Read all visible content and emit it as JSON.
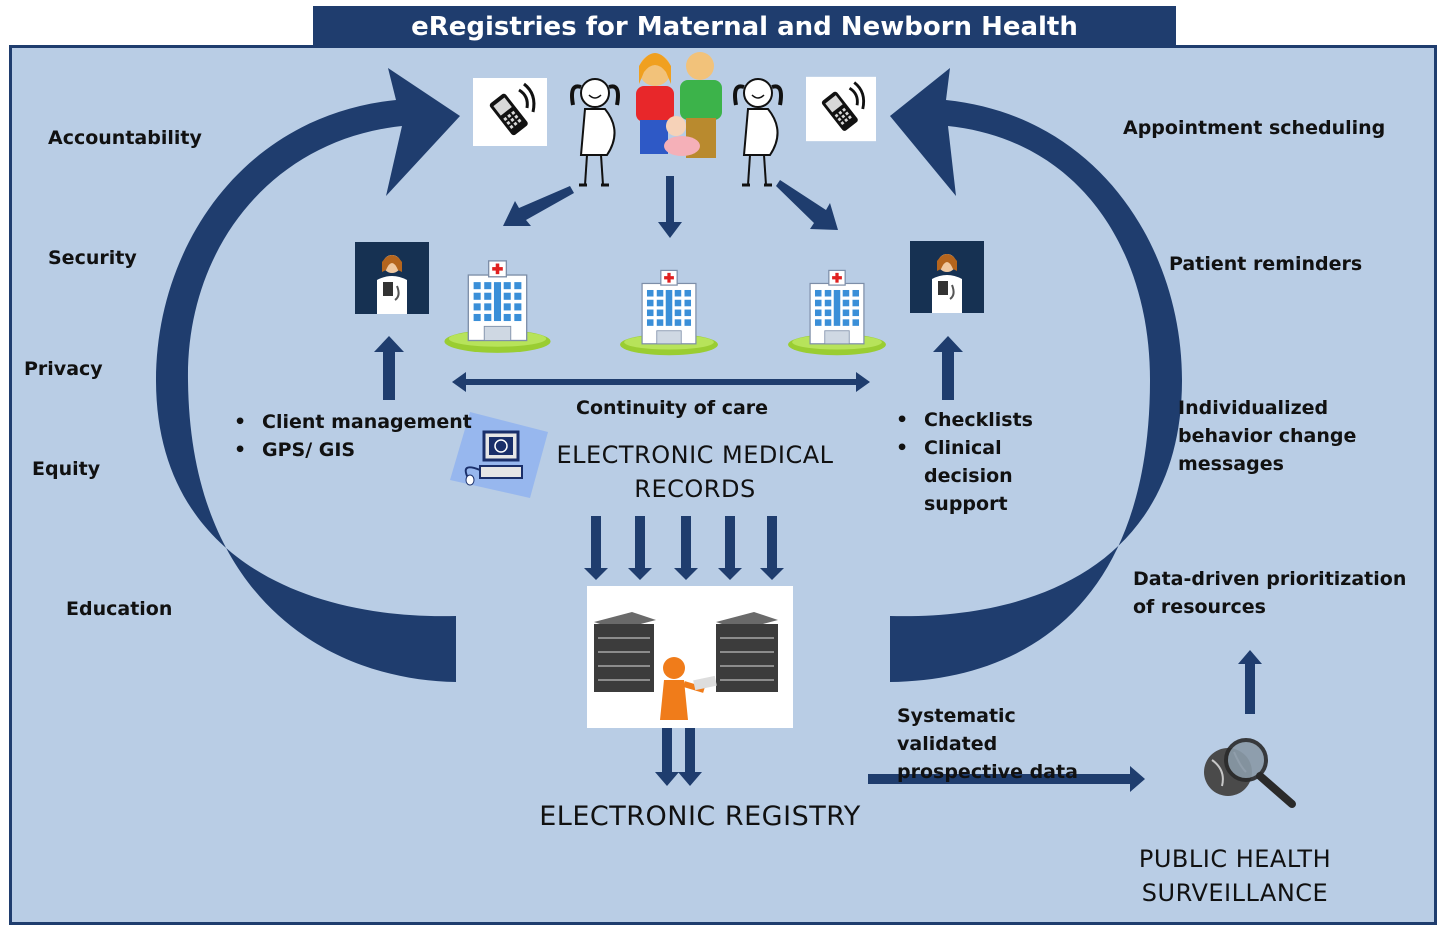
{
  "title": "eRegistries for Maternal and Newborn Health",
  "left_principles": [
    "Accountability",
    "Security",
    "Privacy",
    "Equity",
    "Education"
  ],
  "right_functions": {
    "appointment": "Appointment scheduling",
    "reminders": "Patient reminders",
    "behavior": "Individualized behavior change messages",
    "prioritization": "Data-driven prioritization of resources"
  },
  "left_bullets": [
    "Client management",
    "GPS/ GIS"
  ],
  "right_bullets": [
    "Checklists",
    "Clinical decision support"
  ],
  "continuity_label": "Continuity of care",
  "emr_label": "ELECTRONIC MEDICAL RECORDS",
  "registry_label": "ELECTRONIC REGISTRY",
  "data_label": "Systematic validated prospective data",
  "surveillance_label": "PUBLIC HEALTH SURVEILLANCE",
  "colors": {
    "navy": "#1f3d6e",
    "panel": "#b9cde5"
  },
  "icons": [
    "mobile-phone-icon",
    "pregnant-woman-icon",
    "family-icon",
    "doctor-icon",
    "hospital-icon",
    "computer-icon",
    "server-rack-icon",
    "analyst-figure-icon",
    "globe-magnifier-icon"
  ]
}
